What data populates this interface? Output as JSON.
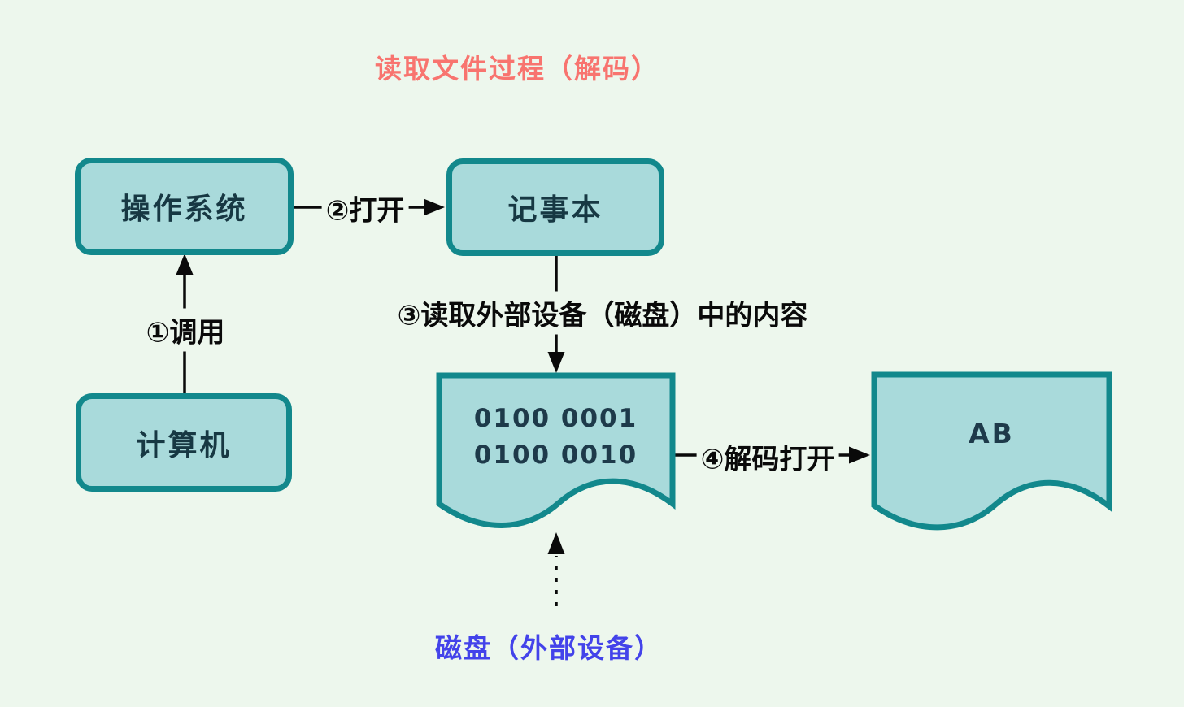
{
  "title": {
    "text": "读取文件过程（解码）"
  },
  "nodes": {
    "os": {
      "label": "操作系统"
    },
    "notepad": {
      "label": "记事本"
    },
    "computer": {
      "label": "计算机"
    },
    "binary_doc": {
      "line1": "0100 0001",
      "line2": "0100 0010"
    },
    "decoded_doc": {
      "label": "AB"
    }
  },
  "arrows": {
    "call": {
      "label": "①调用"
    },
    "open": {
      "label": "②打开"
    },
    "read": {
      "label": "③读取外部设备（磁盘）中的内容"
    },
    "decode_open": {
      "label": "④解码打开"
    }
  },
  "footer": {
    "disk_label": "磁盘（外部设备）"
  },
  "colors": {
    "background": "#edf7ed",
    "node_fill": "#a9dadb",
    "node_border": "#12888c",
    "node_text": "#173843",
    "title_text": "#f8746f",
    "disk_label_text": "#4343ea",
    "arrow": "#0a0a0a"
  }
}
